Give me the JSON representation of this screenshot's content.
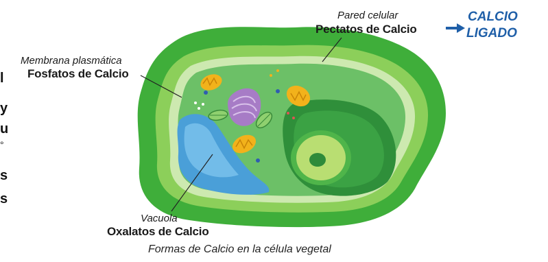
{
  "labels": {
    "pared_celular": "Pared celular",
    "pectatos": "Pectatos de Calcio",
    "calcio": "CALCIO",
    "ligado": "LIGADO",
    "membrana": "Membrana plasmática",
    "fosfatos": "Fosfatos de Calcio",
    "vacuola": "Vacuola",
    "oxalatos": "Oxalatos de Calcio"
  },
  "caption": "Formas de Calcio en la célula vegetal",
  "left_edge_fragments": [
    "l",
    "y",
    "u",
    "°",
    "s",
    "s"
  ],
  "colors": {
    "cell_wall_outer": "#3fae3a",
    "cell_wall_inner": "#8ccf5a",
    "membrane": "#cde9b0",
    "cytoplasm": "#6cc067",
    "vacuole": "#4a9fd8",
    "mitochondria": "#f2b21b",
    "golgi": "#a77cc6",
    "nucleus": "#2e8b3a",
    "arrow": "#1f5fa8"
  }
}
